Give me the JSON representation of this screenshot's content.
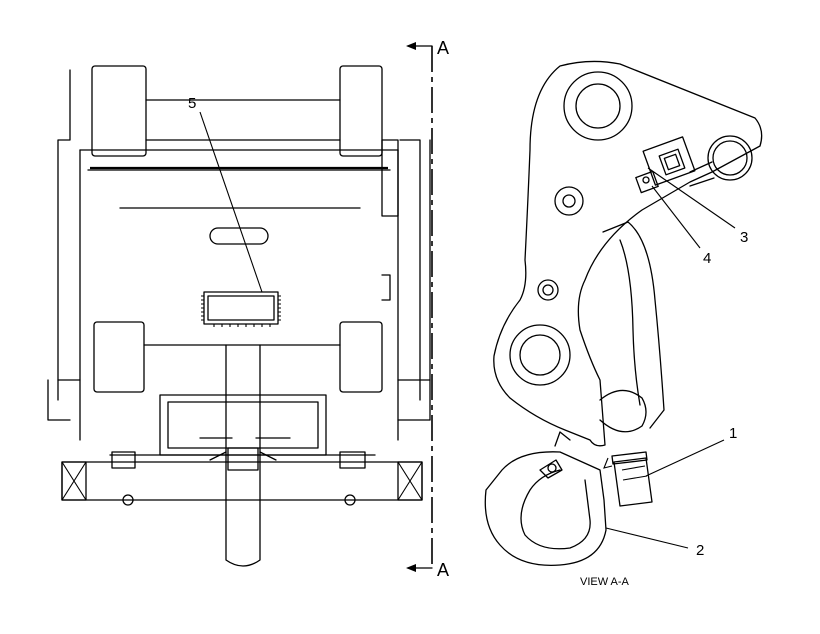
{
  "section_marker": {
    "top_label": "A",
    "bottom_label": "A"
  },
  "view_caption": "VIEW A-A",
  "callouts": [
    {
      "id": "callout-1",
      "label": "1"
    },
    {
      "id": "callout-2",
      "label": "2"
    },
    {
      "id": "callout-3",
      "label": "3"
    },
    {
      "id": "callout-4",
      "label": "4"
    },
    {
      "id": "callout-5",
      "label": "5"
    }
  ]
}
